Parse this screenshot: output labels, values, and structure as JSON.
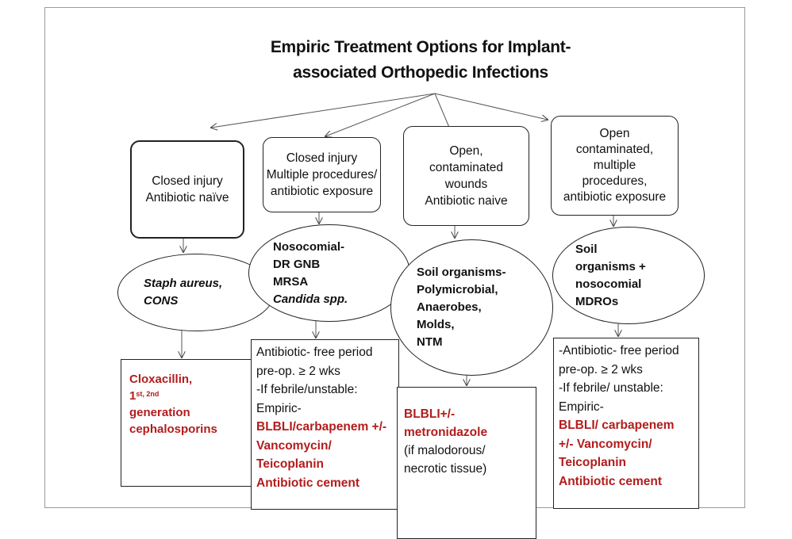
{
  "title": {
    "line1": "Empiric Treatment Options for Implant-",
    "line2": "associated Orthopedic Infections"
  },
  "categories": [
    {
      "lines": [
        "Closed injury",
        "Antibiotic naïve"
      ]
    },
    {
      "lines": [
        "Closed injury",
        "Multiple procedures/",
        "antibiotic exposure"
      ]
    },
    {
      "lines": [
        "Open,",
        "contaminated",
        "wounds",
        "Antibiotic naive"
      ]
    },
    {
      "lines": [
        "Open",
        "contaminated,",
        "multiple",
        "procedures,",
        "antibiotic exposure"
      ]
    }
  ],
  "organisms": [
    {
      "lines": [
        "Staph aureus,",
        "CONS"
      ]
    },
    {
      "lines": [
        "Nosocomial-",
        "DR GNB",
        "MRSA",
        "Candida spp."
      ]
    },
    {
      "lines": [
        "Soil organisms-",
        "Polymicrobial,",
        "Anaerobes,",
        "Molds,",
        "NTM"
      ]
    },
    {
      "lines": [
        "Soil",
        "organisms +",
        "nosocomial",
        "MDROs"
      ]
    }
  ],
  "treatments": {
    "t1": {
      "l1": "Cloxacillin,",
      "l2": "1",
      "sup": "st, 2nd",
      "l3": "generation",
      "l4": "cephalosporins"
    },
    "t2": {
      "l1": "Antibiotic- free period",
      "l2": "pre-op. ≥ 2 wks",
      "l3": "-If febrile/unstable:",
      "l4": "Empiric-",
      "l5": "BLBLI/carbapenem +/-",
      "l6": "Vancomycin/",
      "l7": "Teicoplanin",
      "l8": "Antibiotic cement"
    },
    "t3": {
      "l1": "BLBLI+/-",
      "l2": "metronidazole",
      "l3": "(if malodorous/",
      "l4": "necrotic tissue)"
    },
    "t4": {
      "l1": "-Antibiotic- free period",
      "l2": "pre-op. ≥ 2 wks",
      "l3": "-If febrile/ unstable:",
      "l4": "Empiric-",
      "l5": "BLBLI/ carbapenem",
      "l6": "+/- Vancomycin/",
      "l7": "Teicoplanin",
      "l8": "Antibiotic cement"
    }
  },
  "colors": {
    "accent": "#b31c1c",
    "border": "#222222"
  }
}
